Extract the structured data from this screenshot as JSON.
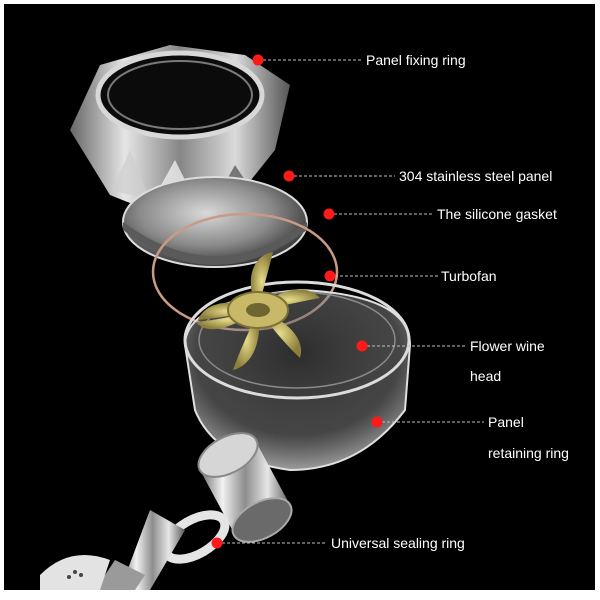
{
  "callouts": [
    {
      "id": "panel-fixing-ring",
      "label": "Panel fixing ring"
    },
    {
      "id": "stainless-steel-panel",
      "label": "304 stainless steel panel"
    },
    {
      "id": "silicone-gasket",
      "label": "The silicone gasket"
    },
    {
      "id": "turbofan",
      "label": "Turbofan"
    },
    {
      "id": "flower-wine-head",
      "label_line1": "Flower wine",
      "label_line2": "head"
    },
    {
      "id": "panel-retaining-ring",
      "label_line1": "Panel",
      "label_line2": "retaining ring"
    },
    {
      "id": "universal-sealing-ring",
      "label": "Universal sealing ring"
    }
  ],
  "colors": {
    "background": "#000000",
    "frame": "#ffffff",
    "label_text": "#ffffff",
    "leader_line": "#bfbfbf",
    "marker_dot": "#ff1a1a",
    "metal": "#c8c8c8",
    "gasket": "#c99a86",
    "turbofan_blades": "#b9ad62"
  }
}
